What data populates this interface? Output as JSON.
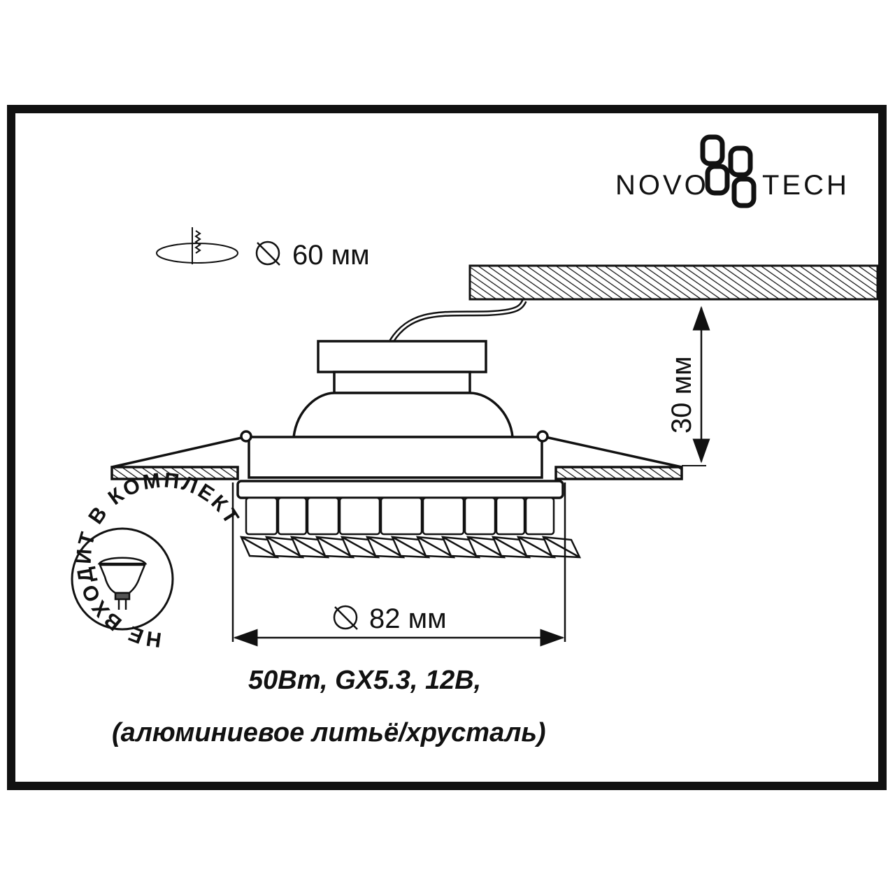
{
  "brand": {
    "name": "NOVOTECH",
    "left": "NOVO",
    "right": "TECH"
  },
  "cutout": {
    "icon": "ceiling-hole-saw-icon",
    "label": "60 мм",
    "symbol": "diameter-icon"
  },
  "height_dimension": {
    "label": "30 мм"
  },
  "width_dimension": {
    "label": "82 мм",
    "symbol": "diameter-icon"
  },
  "specs": {
    "line1": "50Вт, GX5.3, 12В,",
    "line2": "(алюминиевое литьё/хрусталь)"
  },
  "lamp_badge": {
    "text": "НЕ ВХОДИТ В КОМПЛЕКТ",
    "icon": "mr16-lamp-icon"
  },
  "colors": {
    "ink": "#111111",
    "background": "#ffffff"
  }
}
